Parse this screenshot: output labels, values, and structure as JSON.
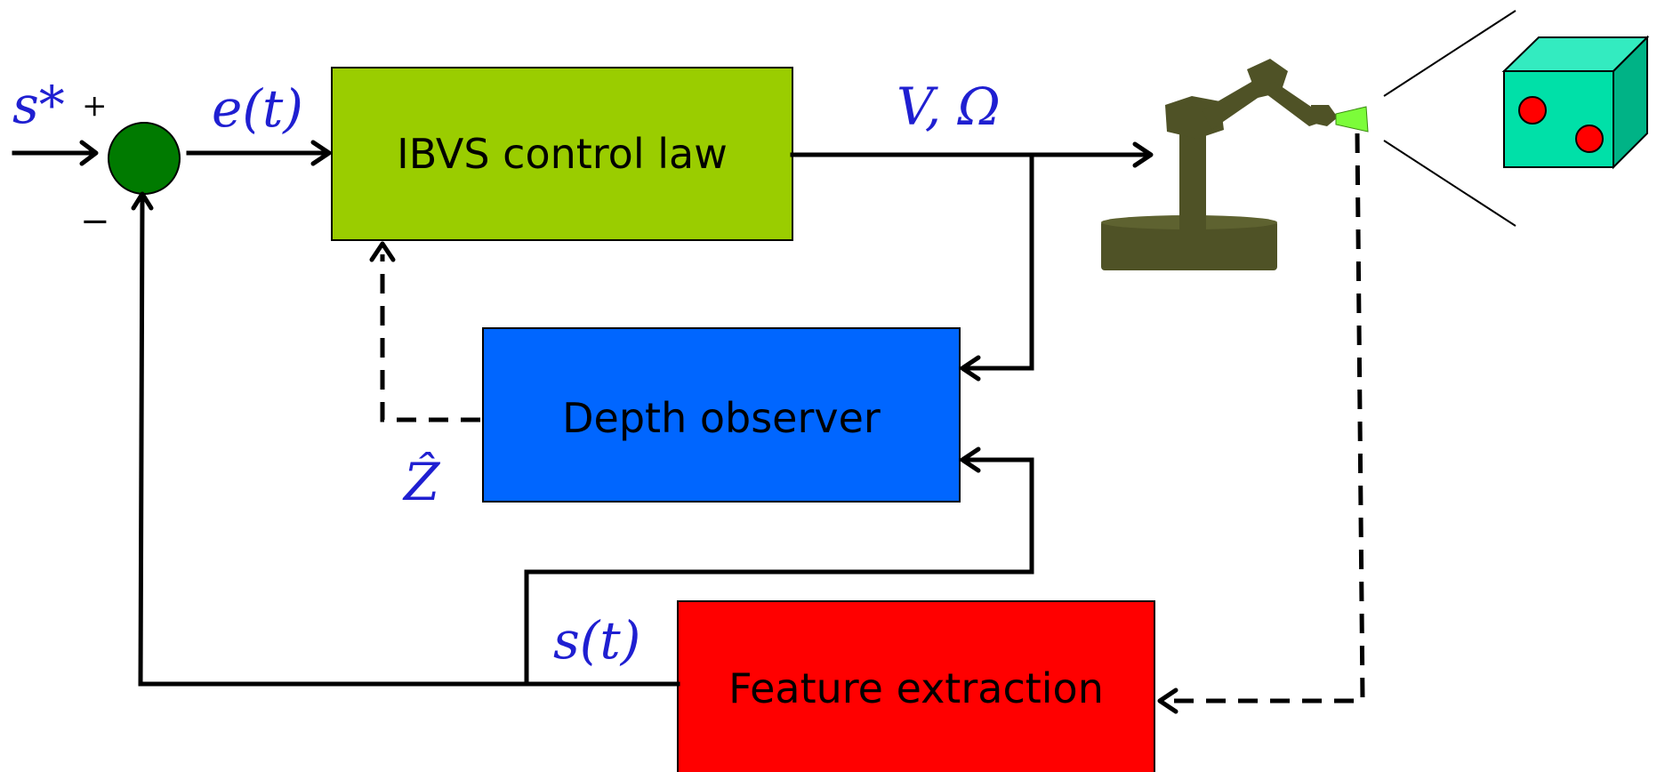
{
  "blocks": {
    "ibvs": {
      "label": "IBVS control law",
      "color": "#9ACD00"
    },
    "depth": {
      "label": "Depth observer",
      "color": "#0066FF"
    },
    "feature": {
      "label": "Feature extraction",
      "color": "#FF0000"
    },
    "summing_junction_color": "#007A00"
  },
  "signals": {
    "reference": "s*",
    "error": "e(t)",
    "velocity": "V, Ω",
    "depth_estimate": "Ẑ",
    "features": "s(t)"
  },
  "signs": {
    "plus": "+",
    "minus": "−"
  },
  "colors": {
    "math_text": "#1F1FD1",
    "robot": "#4F5226",
    "camera": "#7CFC3A",
    "cube_front": "#00E0A8",
    "cube_side": "#00B386",
    "cube_top": "#33EBC0",
    "target_points": "#FF0000"
  }
}
